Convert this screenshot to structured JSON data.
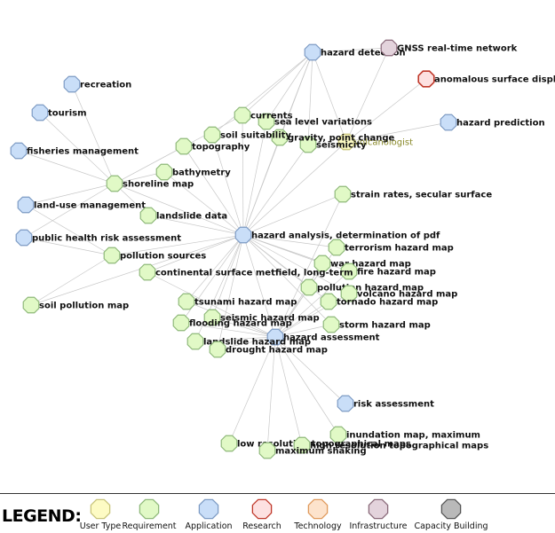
{
  "palette": {
    "user_type": "#fdfbc4",
    "requirement": "#e1f9c6",
    "application": "#c9def8",
    "research": "#fde1e1",
    "technology": "#fde3cc",
    "infrastructure": "#e3d3dc",
    "capacity_building": "#b9b9b9"
  },
  "stroke": {
    "user_type": "#c8c47a",
    "requirement": "#8fb97a",
    "application": "#7d9bc4",
    "research": "#c0392b",
    "technology": "#e09a5c",
    "infrastructure": "#8a6a7a",
    "capacity_building": "#555555"
  },
  "nodes": [
    {
      "id": "hazard_detection",
      "label": "hazard detection",
      "type": "application"
    },
    {
      "id": "gnss",
      "label": "GNSS real-time network",
      "type": "infrastructure"
    },
    {
      "id": "anomalous",
      "label": "anomalous surface displac",
      "type": "research"
    },
    {
      "id": "hazard_prediction",
      "label": "hazard prediction",
      "type": "application"
    },
    {
      "id": "volcanologist",
      "label": "volcanologist",
      "type": "user_type"
    },
    {
      "id": "seismicity",
      "label": "seismicity",
      "type": "requirement"
    },
    {
      "id": "gravity",
      "label": "gravity, point change",
      "type": "requirement"
    },
    {
      "id": "sea_level",
      "label": "sea level variations",
      "type": "requirement"
    },
    {
      "id": "currents",
      "label": "currents",
      "type": "requirement"
    },
    {
      "id": "soil_suit",
      "label": "soil suitability",
      "type": "requirement"
    },
    {
      "id": "topography",
      "label": "topography",
      "type": "requirement"
    },
    {
      "id": "bathymetry",
      "label": "bathymetry",
      "type": "requirement"
    },
    {
      "id": "shoreline",
      "label": "shoreline map",
      "type": "requirement"
    },
    {
      "id": "recreation",
      "label": "recreation",
      "type": "application"
    },
    {
      "id": "tourism",
      "label": "tourism",
      "type": "application"
    },
    {
      "id": "fisheries",
      "label": "fisheries management",
      "type": "application"
    },
    {
      "id": "land_use",
      "label": "land-use management",
      "type": "application"
    },
    {
      "id": "public_health",
      "label": "public health risk assessment",
      "type": "application"
    },
    {
      "id": "landslide_data",
      "label": "landslide data",
      "type": "requirement"
    },
    {
      "id": "pollution_sources",
      "label": "pollution sources",
      "type": "requirement"
    },
    {
      "id": "soil_pollution",
      "label": "soil pollution map",
      "type": "requirement"
    },
    {
      "id": "strain",
      "label": "strain rates, secular surface",
      "type": "requirement"
    },
    {
      "id": "hazard_analysis",
      "label": "hazard analysis, determination of pdf",
      "type": "application"
    },
    {
      "id": "terrorism",
      "label": "terrorism hazard map",
      "type": "requirement"
    },
    {
      "id": "war",
      "label": "war hazard map",
      "type": "requirement"
    },
    {
      "id": "fire",
      "label": "fire hazard map",
      "type": "requirement"
    },
    {
      "id": "continental",
      "label": "continental surface metfield, long-term",
      "type": "requirement"
    },
    {
      "id": "pollution_hazard",
      "label": "pollution hazard map",
      "type": "requirement"
    },
    {
      "id": "volcano_hazard",
      "label": "volcano hazard map",
      "type": "requirement"
    },
    {
      "id": "tornado",
      "label": "tornado hazard map",
      "type": "requirement"
    },
    {
      "id": "tsunami",
      "label": "tsunami hazard map",
      "type": "requirement"
    },
    {
      "id": "seismic_hazard",
      "label": "seismic hazard map",
      "type": "requirement"
    },
    {
      "id": "flooding",
      "label": "flooding hazard map",
      "type": "requirement"
    },
    {
      "id": "storm",
      "label": "storm hazard map",
      "type": "requirement"
    },
    {
      "id": "hazard_assessment",
      "label": "hazard assessment",
      "type": "application"
    },
    {
      "id": "landslide_hazard",
      "label": "landslide hazard map",
      "type": "requirement"
    },
    {
      "id": "drought",
      "label": "drought hazard map",
      "type": "requirement"
    },
    {
      "id": "risk_assessment",
      "label": "risk assessment",
      "type": "application"
    },
    {
      "id": "inundation",
      "label": "inundation map, maximum",
      "type": "requirement"
    },
    {
      "id": "low_res",
      "label": "low resolution topographical maps",
      "type": "requirement"
    },
    {
      "id": "high_res",
      "label": "high resolution topographical maps",
      "type": "requirement"
    },
    {
      "id": "max_shaking",
      "label": "maximum shaking",
      "type": "requirement"
    }
  ],
  "edges": [
    [
      "hazard_detection",
      "gnss"
    ],
    [
      "hazard_detection",
      "seismicity"
    ],
    [
      "hazard_detection",
      "gravity"
    ],
    [
      "hazard_detection",
      "sea_level"
    ],
    [
      "hazard_detection",
      "currents"
    ],
    [
      "hazard_detection",
      "volcanologist"
    ],
    [
      "hazard_detection",
      "hazard_analysis"
    ],
    [
      "hazard_detection",
      "soil_suit"
    ],
    [
      "gnss",
      "volcanologist"
    ],
    [
      "anomalous",
      "volcanologist"
    ],
    [
      "hazard_prediction",
      "volcanologist"
    ],
    [
      "hazard_analysis",
      "seismicity"
    ],
    [
      "hazard_analysis",
      "gravity"
    ],
    [
      "hazard_analysis",
      "sea_level"
    ],
    [
      "hazard_analysis",
      "currents"
    ],
    [
      "hazard_analysis",
      "soil_suit"
    ],
    [
      "hazard_analysis",
      "topography"
    ],
    [
      "hazard_analysis",
      "bathymetry"
    ],
    [
      "hazard_analysis",
      "landslide_data"
    ],
    [
      "hazard_analysis",
      "strain"
    ],
    [
      "hazard_analysis",
      "continental"
    ],
    [
      "hazard_analysis",
      "pollution_sources"
    ],
    [
      "hazard_analysis",
      "terrorism"
    ],
    [
      "hazard_analysis",
      "war"
    ],
    [
      "hazard_analysis",
      "fire"
    ],
    [
      "hazard_analysis",
      "pollution_hazard"
    ],
    [
      "hazard_analysis",
      "volcano_hazard"
    ],
    [
      "hazard_analysis",
      "tornado"
    ],
    [
      "hazard_analysis",
      "storm"
    ],
    [
      "hazard_analysis",
      "tsunami"
    ],
    [
      "hazard_analysis",
      "seismic_hazard"
    ],
    [
      "hazard_analysis",
      "flooding"
    ],
    [
      "hazard_analysis",
      "landslide_hazard"
    ],
    [
      "hazard_analysis",
      "drought"
    ],
    [
      "hazard_analysis",
      "shoreline"
    ],
    [
      "hazard_analysis",
      "volcanologist"
    ],
    [
      "hazard_analysis",
      "hazard_assessment"
    ],
    [
      "hazard_analysis",
      "soil_pollution"
    ],
    [
      "shoreline",
      "recreation"
    ],
    [
      "shoreline",
      "tourism"
    ],
    [
      "shoreline",
      "fisheries"
    ],
    [
      "shoreline",
      "land_use"
    ],
    [
      "shoreline",
      "public_health"
    ],
    [
      "shoreline",
      "topography"
    ],
    [
      "shoreline",
      "bathymetry"
    ],
    [
      "shoreline",
      "currents"
    ],
    [
      "shoreline",
      "landslide_data"
    ],
    [
      "pollution_sources",
      "public_health"
    ],
    [
      "pollution_sources",
      "land_use"
    ],
    [
      "pollution_sources",
      "soil_pollution"
    ],
    [
      "hazard_assessment",
      "terrorism"
    ],
    [
      "hazard_assessment",
      "war"
    ],
    [
      "hazard_assessment",
      "fire"
    ],
    [
      "hazard_assessment",
      "pollution_hazard"
    ],
    [
      "hazard_assessment",
      "volcano_hazard"
    ],
    [
      "hazard_assessment",
      "tornado"
    ],
    [
      "hazard_assessment",
      "storm"
    ],
    [
      "hazard_assessment",
      "tsunami"
    ],
    [
      "hazard_assessment",
      "seismic_hazard"
    ],
    [
      "hazard_assessment",
      "flooding"
    ],
    [
      "hazard_assessment",
      "landslide_hazard"
    ],
    [
      "hazard_assessment",
      "drought"
    ],
    [
      "hazard_assessment",
      "risk_assessment"
    ],
    [
      "hazard_assessment",
      "inundation"
    ],
    [
      "hazard_assessment",
      "low_res"
    ],
    [
      "hazard_assessment",
      "high_res"
    ],
    [
      "hazard_assessment",
      "max_shaking"
    ],
    [
      "hazard_assessment",
      "continental"
    ],
    [
      "hazard_assessment",
      "strain"
    ]
  ],
  "legend": {
    "title": "LEGEND:",
    "items": [
      {
        "type": "user_type",
        "label": "User Type"
      },
      {
        "type": "requirement",
        "label": "Requirement"
      },
      {
        "type": "application",
        "label": "Application"
      },
      {
        "type": "research",
        "label": "Research"
      },
      {
        "type": "technology",
        "label": "Technology"
      },
      {
        "type": "infrastructure",
        "label": "Infrastructure"
      },
      {
        "type": "capacity_building",
        "label": "Capacity Building"
      }
    ]
  }
}
